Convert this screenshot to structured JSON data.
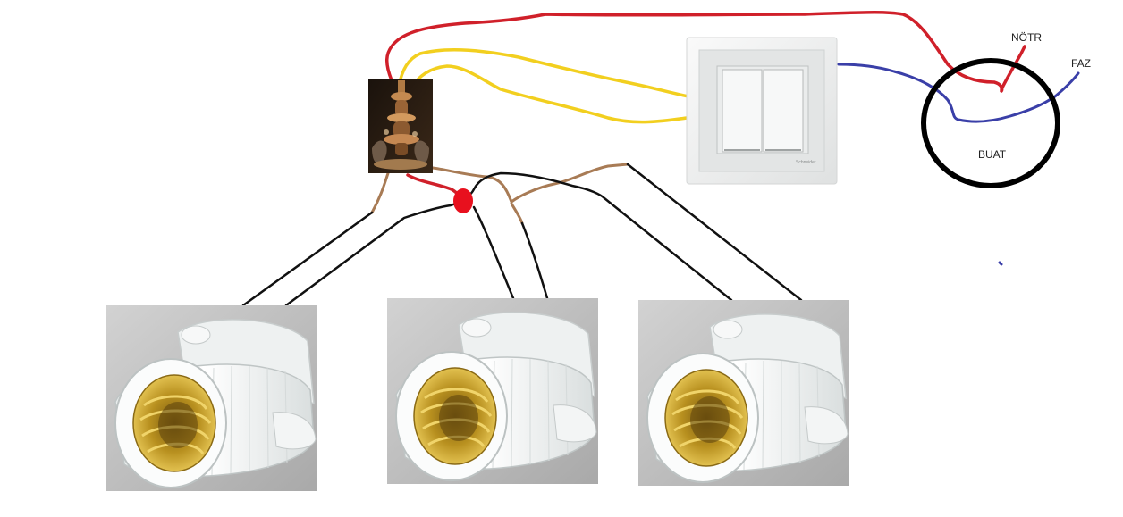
{
  "labels": {
    "notr": "NÖTR",
    "faz": "FAZ",
    "buat": "BUAT"
  },
  "switch": {
    "brand_mark": "Schneider"
  },
  "colors": {
    "background": "#ffffff",
    "wire_red": "#d0202a",
    "wire_yellow": "#f2cf1f",
    "wire_blue": "#3a3fa8",
    "wire_brown": "#a87b55",
    "wire_black": "#111111",
    "junction_dot": "#e8101e",
    "buat_circle": "#000000",
    "socket_bg": "#b9b9b9",
    "socket_body": "#f4f6f6",
    "socket_thread": "#c9a227",
    "switch_plate": "#f1f2f2"
  },
  "icons": {
    "chandelier": "chandelier-icon",
    "switch": "double-switch-icon",
    "lamp_socket": "lamp-socket-icon",
    "junction_box": "junction-box-icon"
  }
}
